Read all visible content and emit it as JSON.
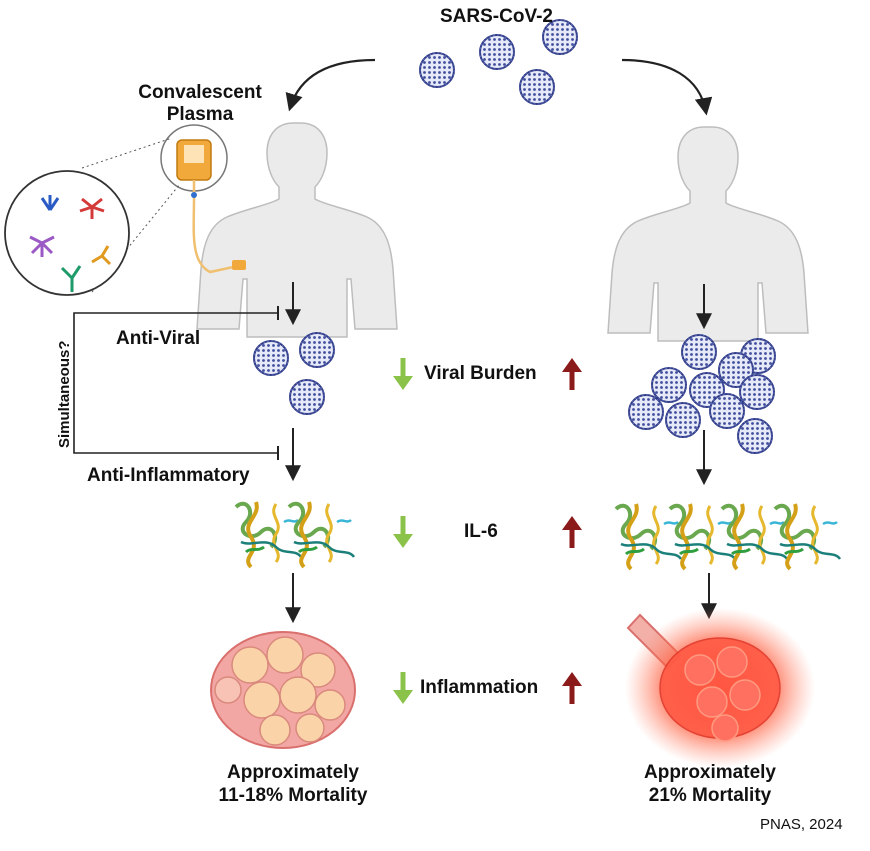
{
  "title": "SARS-CoV-2",
  "treatment": {
    "label_line1": "Convalescent",
    "label_line2": "Plasma"
  },
  "mechanism": {
    "simultaneous": "Simultaneous?",
    "anti_viral": "Anti-Viral",
    "anti_inflammatory": "Anti-Inflammatory"
  },
  "comparisons": [
    {
      "label": "Viral Burden",
      "treated": "down",
      "untreated": "up"
    },
    {
      "label": "IL-6",
      "treated": "down",
      "untreated": "up"
    },
    {
      "label": "Inflammation",
      "treated": "down",
      "untreated": "up"
    }
  ],
  "outcomes": {
    "treated_line1": "Approximately",
    "treated_line2": "11-18% Mortality",
    "untreated_line1": "Approximately",
    "untreated_line2": "21% Mortality"
  },
  "citation": "PNAS, 2024",
  "colors": {
    "down_arrow": "#8bc34a",
    "up_arrow": "#8b1a1a",
    "virus": "#3f4d9c",
    "plasma": "#f0a830",
    "lung": "#f4a3a3",
    "inflamed": "#ff3b2f"
  }
}
